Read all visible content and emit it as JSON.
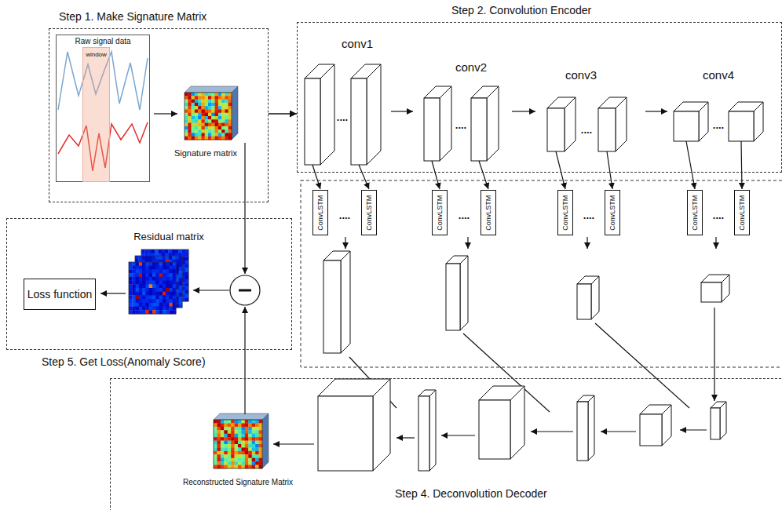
{
  "diagram": {
    "nodes": [
      {
        "text": [
          "Step 1. Make Signature Matrix"
        ]
      },
      {
        "text": [
          "Raw signal data"
        ],
        "in": 0
      },
      {
        "text": [
          "window"
        ],
        "in": 1
      },
      {
        "text": [
          "Step 2. Convolution Encoder"
        ]
      },
      {
        "text": [
          "ConvLSTM"
        ]
      },
      {
        "text": [
          "ConvLSTM"
        ]
      },
      {
        "text": [
          "ConvLSTM"
        ]
      },
      {
        "text": [
          "ConvLSTM"
        ]
      },
      {
        "text": [
          "ConvLSTM"
        ]
      },
      {
        "text": [
          "ConvLSTM"
        ]
      },
      {
        "text": [
          "ConvLSTM"
        ]
      },
      {
        "text": [
          "ConvLSTM"
        ]
      },
      {
        "text": [
          "Step 5. Get Loss(Anomaly Score)"
        ]
      },
      {
        "text": [
          "Loss function"
        ],
        "in": 12
      },
      {
        "text": [
          "Step 4. Deconvolution Decoder"
        ]
      }
    ],
    "edges": [
      {
        "from": 0,
        "to": 3,
        "arrow": "to"
      }
    ],
    "labels": [
      "Signature matrix",
      "conv1",
      "....",
      "conv2",
      "....",
      "conv3",
      "....",
      "conv4",
      "....",
      "....",
      "....",
      "....",
      "....",
      "Residual matrix",
      "Reconstructed Signature Matrix"
    ]
  }
}
